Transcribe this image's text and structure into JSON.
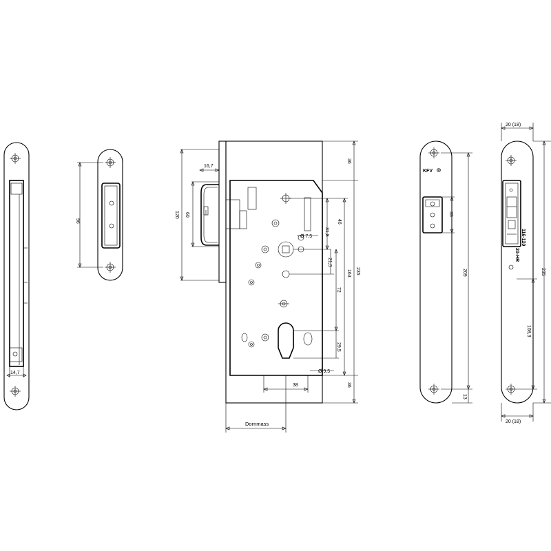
{
  "views": {
    "strike_side": {
      "dim_width": "14,7"
    },
    "strike_front": {
      "dim_height": "96"
    },
    "lock_side": {
      "dim_forend_offset": "16,7",
      "dim_120": "120",
      "dim_60": "60"
    },
    "lock_body": {
      "dim_top_36": "36",
      "dim_46": "46",
      "dim_31_8": "31,8",
      "dim_dia_7_5": "Ø 7,5",
      "dim_21_5": "21,5",
      "dim_163": "163",
      "dim_235": "235",
      "dim_72": "72",
      "dim_29_5": "29,5",
      "dim_dia_9_5": "Ø 9,5",
      "dim_38": "38",
      "dim_bottom_36": "36",
      "label_backset": "Dornmass"
    },
    "forend_front": {
      "brand": "KFV",
      "dim_33": "33",
      "dim_209": "209",
      "dim_13": "13"
    },
    "forend_side": {
      "dim_top": "20 (18)",
      "dim_bottom": "20 (18)",
      "dim_235": "235",
      "dim_108_3": "108,3",
      "label_model": "116-120",
      "label_sub": "20-HR"
    }
  }
}
